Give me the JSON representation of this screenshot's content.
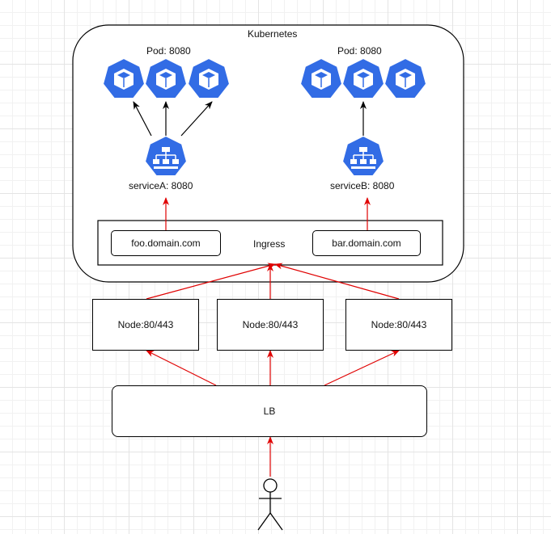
{
  "cluster": {
    "label": "Kubernetes"
  },
  "pods": {
    "left_label": "Pod: 8080",
    "right_label": "Pod: 8080",
    "icon": "kubernetes-pod-icon"
  },
  "services": {
    "a_label": "serviceA: 8080",
    "b_label": "serviceB: 8080",
    "icon": "kubernetes-service-icon"
  },
  "ingress": {
    "label": "Ingress",
    "host_foo": "foo.domain.com",
    "host_bar": "bar.domain.com"
  },
  "nodes": [
    "Node:80/443",
    "Node:80/443",
    "Node:80/443"
  ],
  "lb": {
    "label": "LB"
  },
  "user": {
    "icon": "user-actor-icon"
  },
  "colors": {
    "k8s_blue": "#326ce5",
    "traffic_arrow": "#e00000",
    "internal_arrow": "#000000"
  }
}
